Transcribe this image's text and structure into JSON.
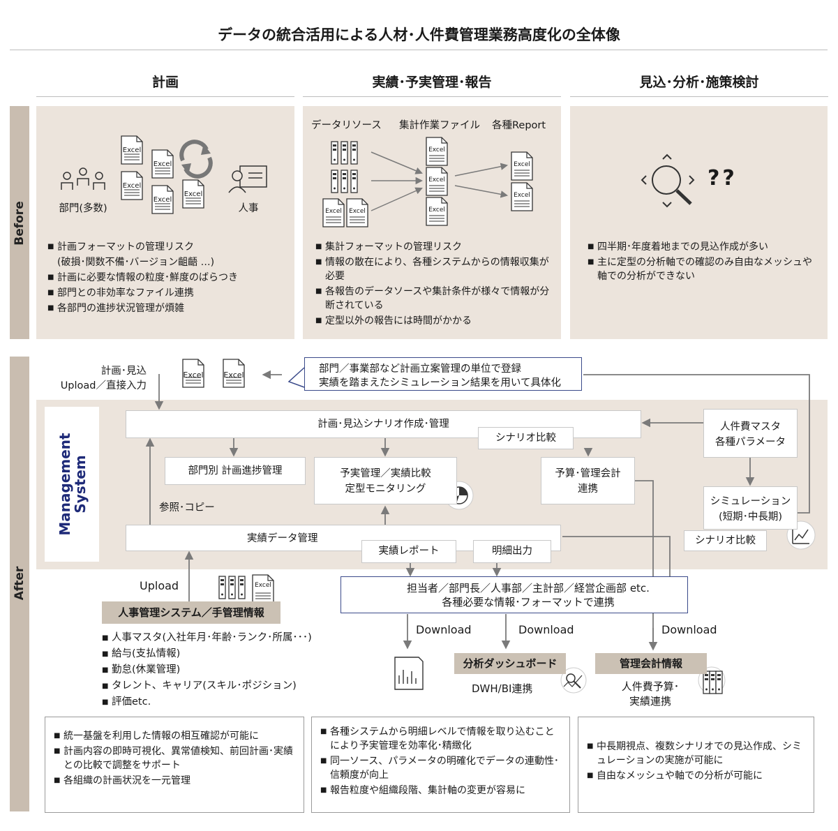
{
  "title": "データの統合活用による人材･人件費管理業務高度化の全体像",
  "columns": {
    "plan": "計画",
    "actual": "実績･予実管理･報告",
    "forecast": "見込･分析･施策検討"
  },
  "side": {
    "before": "Before",
    "after": "After",
    "ms_line1": "Management",
    "ms_line2": "System"
  },
  "icon_text": {
    "excel": "Excel",
    "question": "??"
  },
  "before": {
    "plan": {
      "dept_label": "部門(多数)",
      "hr_label": "人事",
      "bullets": [
        "計画フォーマットの管理リスク",
        "(破損･関数不備･バージョン齟齬 …)",
        "計画に必要な情報の粒度･鮮度のばらつき",
        "部門との非効率なファイル連携",
        "各部門の進捗状況管理が煩雑"
      ]
    },
    "actual": {
      "label_source": "データリソース",
      "label_work": "集計作業ファイル",
      "label_report": "各種Report",
      "bullets": [
        "集計フォーマットの管理リスク",
        "情報の散在により、各種システムからの情報収集が必要",
        "各報告のデータソースや集計条件が様々で情報が分断されている",
        "定型以外の報告には時間がかかる"
      ]
    },
    "forecast": {
      "bullets": [
        "四半期･年度着地までの見込作成が多い",
        "主に定型の分析軸での確認のみ自由なメッシュや軸での分析ができない"
      ]
    }
  },
  "after": {
    "upload_line1": "計画･見込",
    "upload_line2": "Upload／直接入力",
    "callout_line1": "部門／事業部など計画立案管理の単位で登録",
    "callout_line2": "実績を踏まえたシミュレーション結果を用いて具体化",
    "scenario_box": "計画･見込シナリオ作成･管理",
    "scenario_compare": "シナリオ比較",
    "dept_progress": "部門別 計画進捗管理",
    "yojitsu_line1": "予実管理／実績比較",
    "yojitsu_line2": "定型モニタリング",
    "budget_line1": "予算･管理会計",
    "budget_line2": "連携",
    "master_line1": "人件費マスタ",
    "master_line2": "各種パラメータ",
    "sim_line1": "シミュレーション",
    "sim_line2": "(短期･中長期)",
    "scenario_compare2": "シナリオ比較",
    "ref_copy": "参照･コピー",
    "actual_data": "実績データ管理",
    "actual_report": "実績レポート",
    "detail_output": "明細出力",
    "upload": "Upload",
    "hr_system": "人事管理システム／手管理情報",
    "stake_line1": "担当者／部門長／人事部／主計部／経営企画部 etc.",
    "stake_line2": "各種必要な情報･フォーマットで連携",
    "download": "Download",
    "dashboard": "分析ダッシュボード",
    "dwh": "DWH/BI連携",
    "mgmt_acct": "管理会計情報",
    "budget_link_line1": "人件費予算･",
    "budget_link_line2": "実績連携",
    "hr_bullets": [
      "人事マスタ(入社年月･年齢･ランク･所属･･･)",
      "給与(支払情報)",
      "勤怠(休業管理)",
      "タレント、キャリア(スキル･ポジション)",
      "評価etc."
    ]
  },
  "results": {
    "plan": [
      "統一基盤を利用した情報の相互確認が可能に",
      "計画内容の即時可視化、異常値検知、前回計画･実績との比較で調整をサポート",
      "各組織の計画状況を一元管理"
    ],
    "actual": [
      "各種システムから明細レベルで情報を取り込むことにより予実管理を効率化･精緻化",
      "同一ソース、パラメータの明確化でデータの連動性･信頼度が向上",
      "報告粒度や組織段階、集計軸の変更が容易に"
    ],
    "forecast": [
      "中長期視点、複数シナリオでの見込作成、シミュレーションの実施が可能に",
      "自由なメッシュや軸での分析が可能に"
    ]
  }
}
